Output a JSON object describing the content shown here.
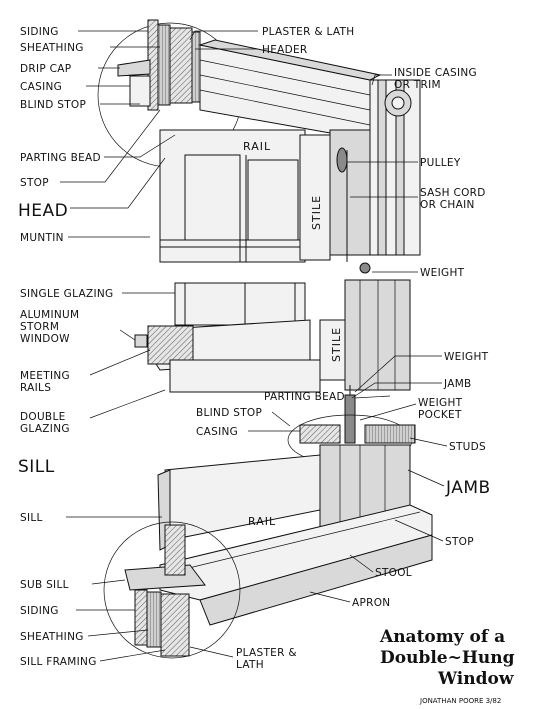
{
  "labels": {
    "siding_top": "SIDING",
    "sheathing_top": "SHEATHING",
    "drip_cap": "DRIP CAP",
    "casing_top": "CASING",
    "blind_stop_top": "BLIND STOP",
    "plaster_lath_top": "PLASTER & LATH",
    "header": "HEADER",
    "inside_casing_1": "INSIDE CASING",
    "inside_casing_2": "OR TRIM",
    "parting_bead_top": "PARTING BEAD",
    "stop_top": "STOP",
    "head": "HEAD",
    "muntin": "MUNTIN",
    "pulley": "PULLEY",
    "sash_cord_1": "SASH CORD",
    "sash_cord_2": "OR CHAIN",
    "weight_1": "WEIGHT",
    "single_glazing": "SINGLE GLAZING",
    "aluminum_1": "ALUMINUM",
    "aluminum_2": "STORM",
    "aluminum_3": "WINDOW",
    "meeting_1": "MEETING",
    "meeting_2": "RAILS",
    "double_1": "DOUBLE",
    "double_2": "GLAZING",
    "weight_2": "WEIGHT",
    "jamb_small": "JAMB",
    "parting_bead_mid": "PARTING BEAD",
    "weight_pocket_1": "WEIGHT",
    "weight_pocket_2": "POCKET",
    "blind_stop_mid": "BLIND STOP",
    "casing_mid": "CASING",
    "studs": "STUDS",
    "sill_big": "SILL",
    "jamb_big": "JAMB",
    "sill_small": "SILL",
    "stop_bottom": "STOP",
    "stool": "STOOL",
    "sub_sill": "SUB SILL",
    "apron": "APRON",
    "siding_bottom": "SIDING",
    "sheathing_bottom": "SHEATHING",
    "sill_framing": "SILL FRAMING",
    "plaster_lath_b1": "PLASTER &",
    "plaster_lath_b2": "LATH",
    "rail_top": "RAIL",
    "stile_top": "STILE",
    "stile_mid": "STILE",
    "rail_bottom": "RAIL"
  },
  "title": {
    "line1": "Anatomy of a",
    "line2": "Double~Hung",
    "line3": "Window"
  },
  "signature": "JONATHAN POORE 3/82"
}
